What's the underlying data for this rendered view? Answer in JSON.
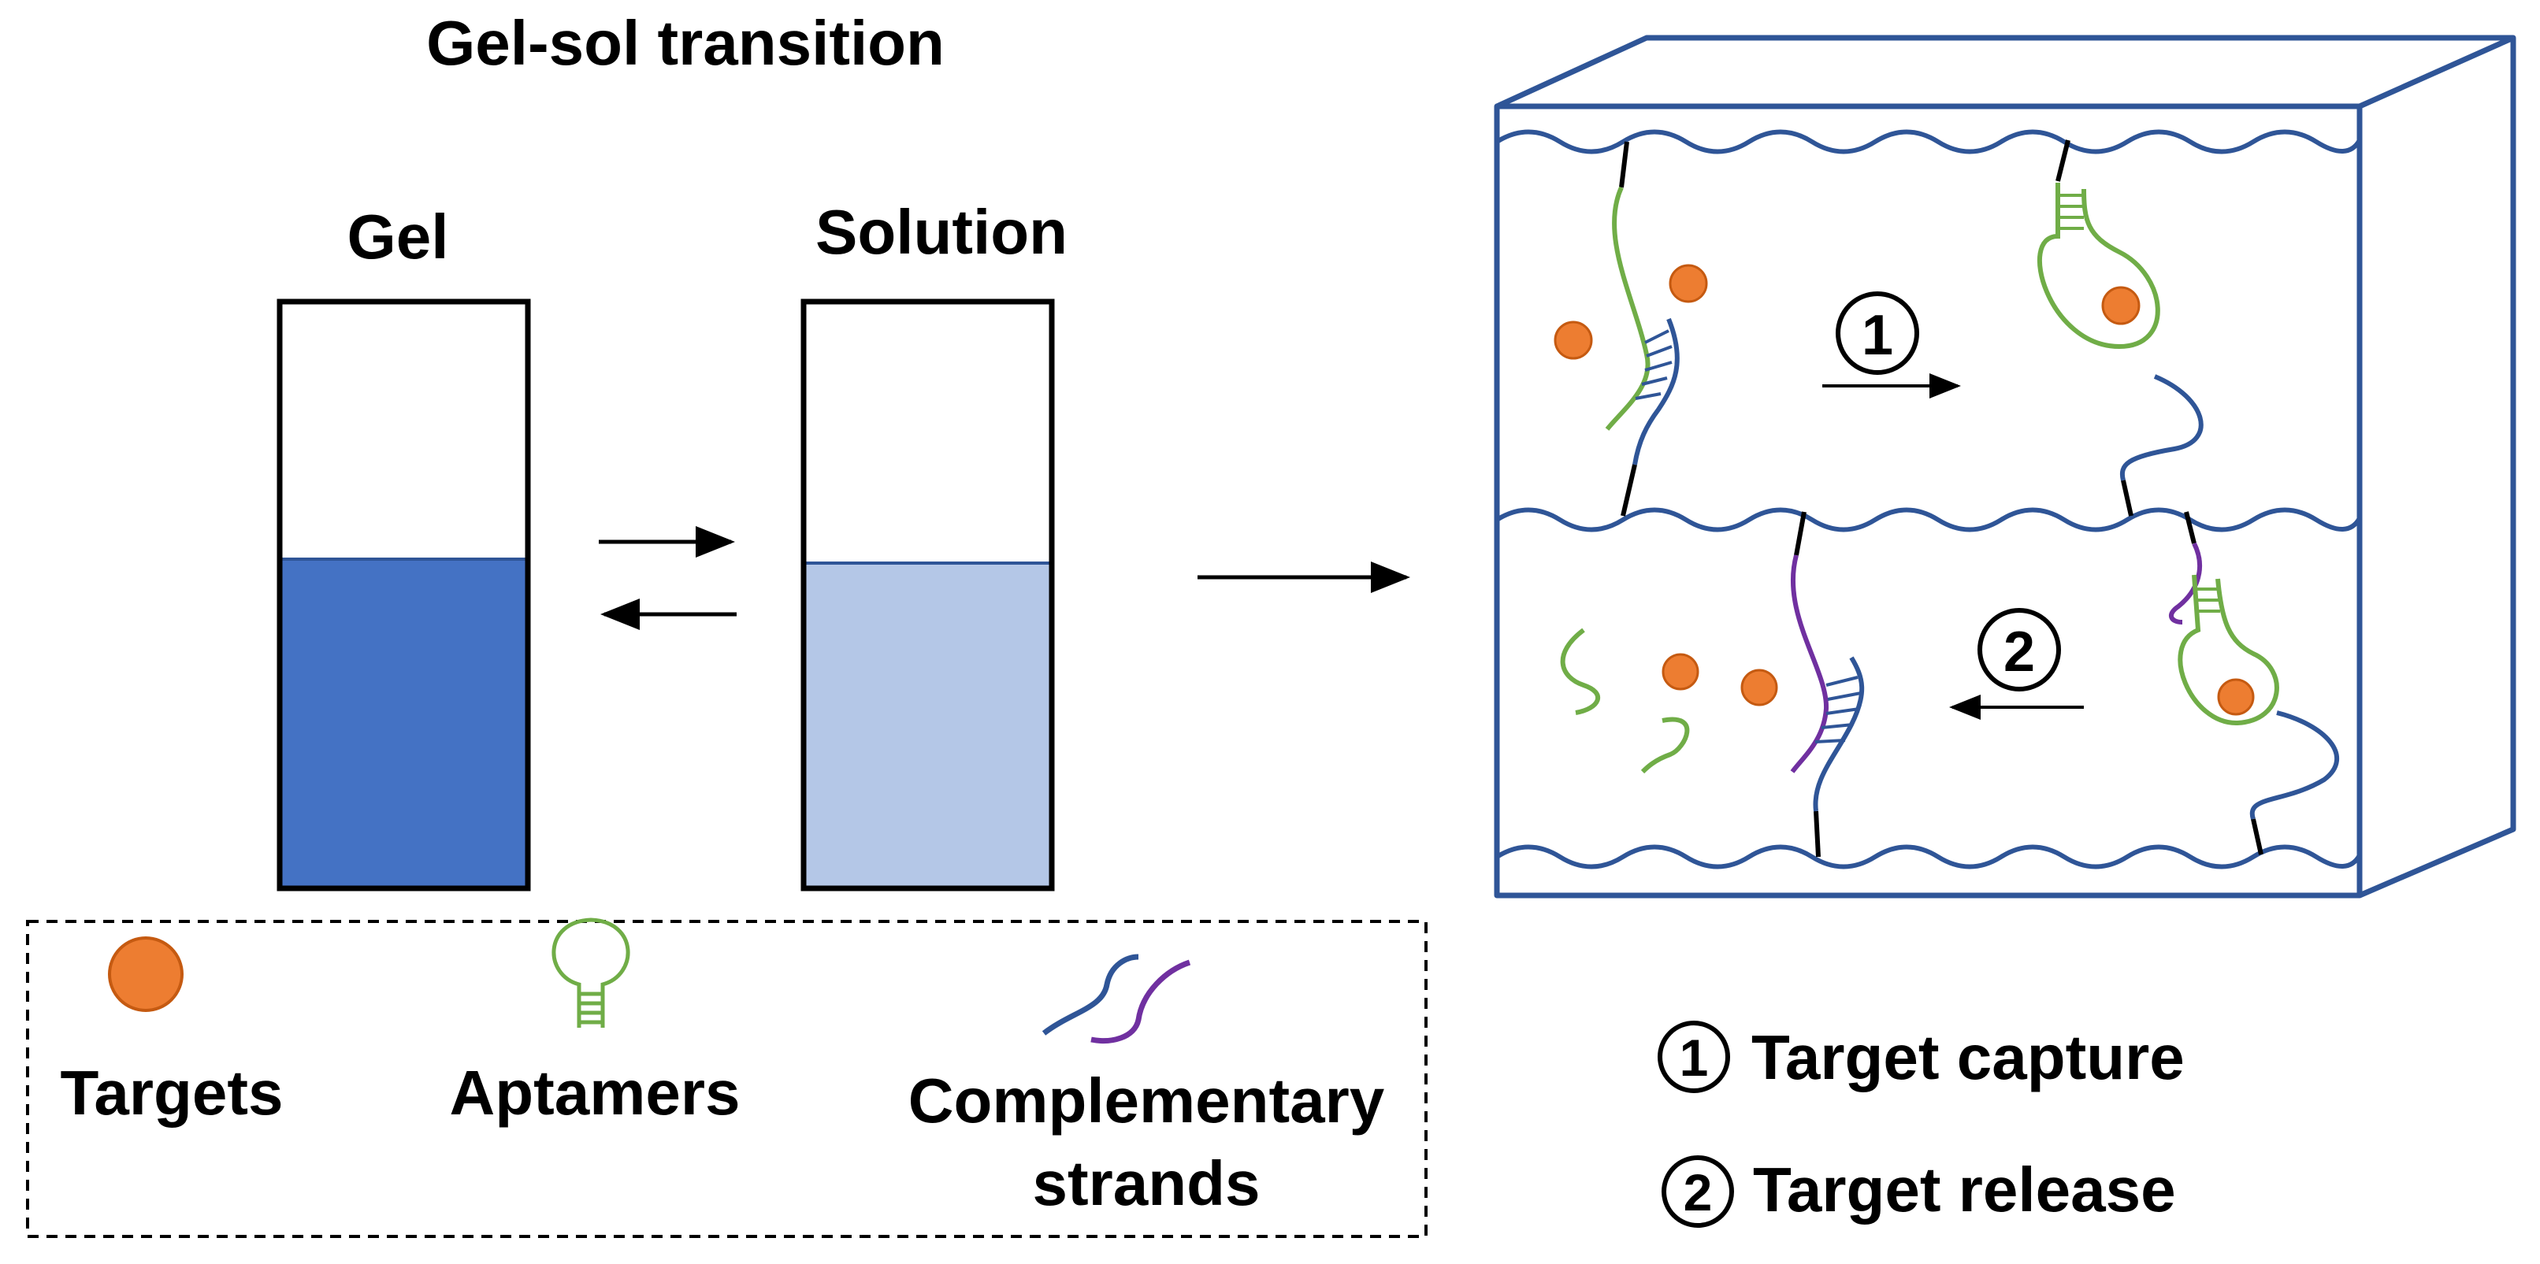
{
  "title": "Gel-sol transition",
  "left_panel": {
    "gel_label": "Gel",
    "solution_label": "Solution"
  },
  "legend": {
    "targets": "Targets",
    "aptamers": "Aptamers",
    "complementary_line1": "Complementary",
    "complementary_line2": "strands"
  },
  "steps": {
    "step1_number": "1",
    "step2_number": "2",
    "step1_label": "Target capture",
    "step2_label": "Target release"
  },
  "colors": {
    "gel_fill": "#4472c4",
    "solution_fill": "#b4c7e7",
    "box_stroke": "#2f5597",
    "strand_blue": "#2f5597",
    "aptamer_green": "#70ad47",
    "complementary_purple": "#7030a0",
    "target_orange": "#ed7d31"
  }
}
